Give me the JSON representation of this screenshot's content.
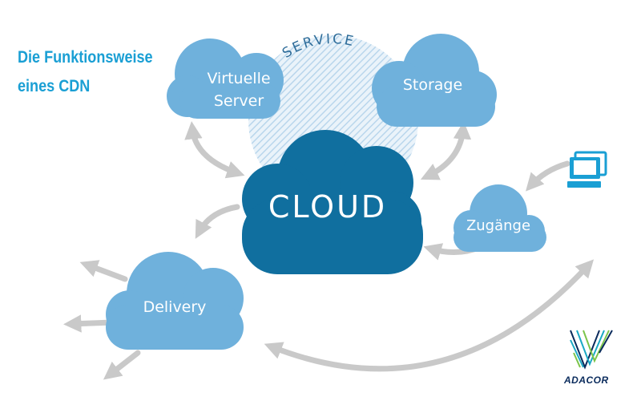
{
  "title": {
    "line1": "Die Funktionsweise",
    "line2": "eines CDN"
  },
  "service_label": "SERVICE",
  "clouds": {
    "virtual_server_line1": "Virtuelle",
    "virtual_server_line2": "Server",
    "storage": "Storage",
    "cloud": "CLOUD",
    "access": "Zugänge",
    "delivery": "Delivery"
  },
  "icons": [
    "computer-icon",
    "adacor-logo",
    "two-way-arrow-icon",
    "arrow-icon"
  ],
  "logo_text": "ADACOR",
  "colors": {
    "title": "#1a9fd4",
    "cloud_light": "#6fb1dc",
    "cloud_dark": "#106f9f",
    "arrow": "#c9c9c9",
    "service_hatch": "#c5ddf0",
    "logo_dark": "#0a2b5c",
    "logo_teal": "#1aa9c4",
    "logo_green": "#7cc44a"
  }
}
